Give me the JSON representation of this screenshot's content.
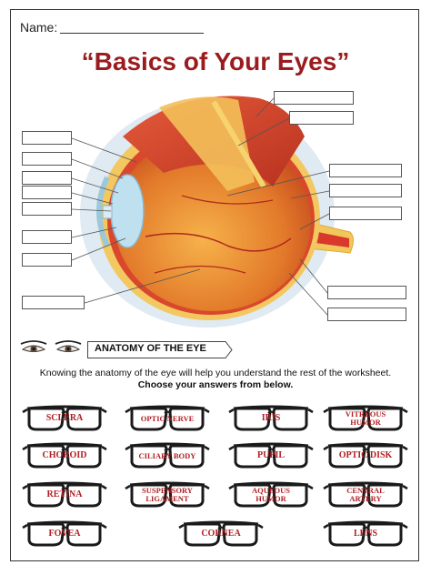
{
  "header": {
    "name_label": "Name:"
  },
  "title": "“Basics of Your Eyes”",
  "colors": {
    "title": "#9b1c1f",
    "answer_text": "#b01e23"
  },
  "section": {
    "heading": "ANATOMY OF THE EYE"
  },
  "instructions": {
    "line1": "Knowing the anatomy of the eye will help you understand the rest of the worksheet.",
    "line2": "Choose your answers from below."
  },
  "answers": [
    "SCLERA",
    "OPTIC NERVE",
    "IRIS",
    "VITREOUS HUMOR",
    "CHOROID",
    "CILIARY BODY",
    "PUPIL",
    "OPTIC DISK",
    "RETINA",
    "SUSPENSORY LIGAMENT",
    "AQUEOUS HUMOR",
    "CENTRAL ARTERY",
    "FOVEA",
    "CORNEA",
    "LENS"
  ]
}
